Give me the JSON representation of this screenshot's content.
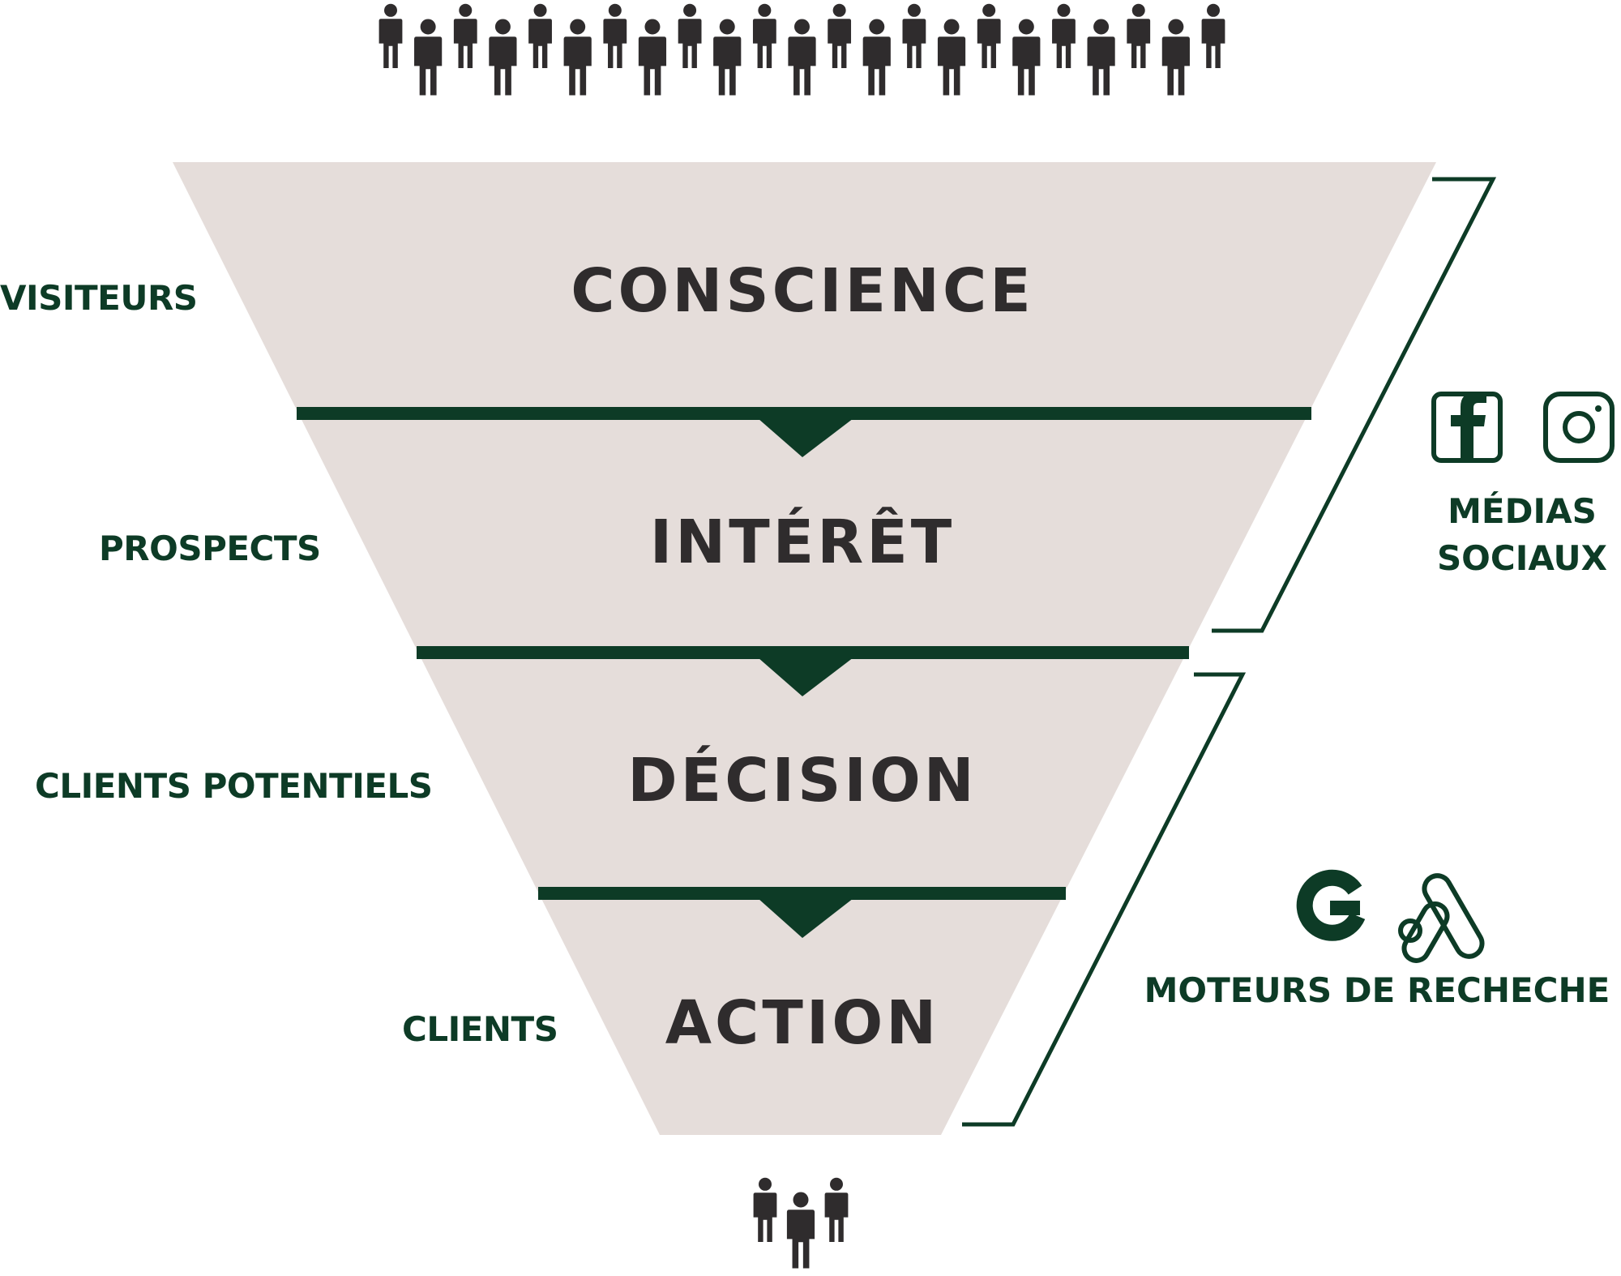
{
  "stages": [
    {
      "label": "CONSCIENCE"
    },
    {
      "label": "INTÉRÊT"
    },
    {
      "label": "DÉCISION"
    },
    {
      "label": "ACTION"
    }
  ],
  "audience_labels": [
    "VISITEURS",
    "PROSPECTS",
    "CLIENTS POTENTIELS",
    "CLIENTS"
  ],
  "channels": {
    "social": {
      "line1": "MÉDIAS",
      "line2": "SOCIAUX",
      "icons": [
        "facebook-icon",
        "instagram-icon"
      ]
    },
    "search": {
      "label": "MOTEURS DE RECHECHE",
      "icons": [
        "google-icon",
        "google-ads-icon"
      ]
    }
  },
  "people": {
    "top_count": 23,
    "bottom_count": 3
  },
  "colors": {
    "funnel": "#e5ddda",
    "accent": "#0d3b26",
    "text": "#2f2c2d",
    "people": "#2f2c2d"
  }
}
